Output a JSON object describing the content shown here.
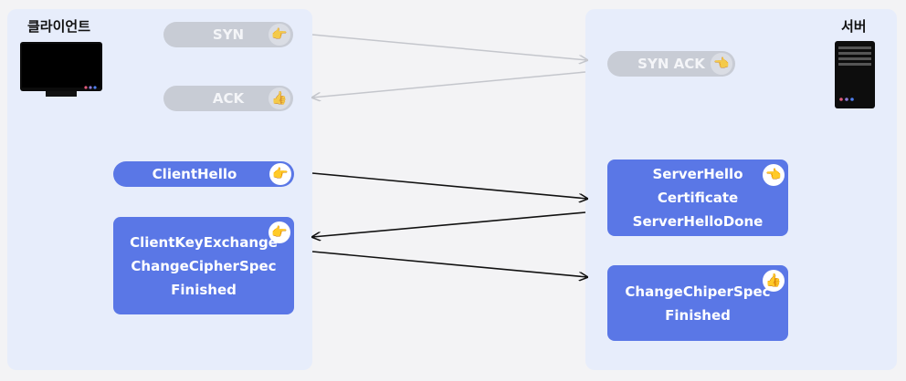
{
  "client": {
    "label": "클라이언트"
  },
  "server": {
    "label": "서버"
  },
  "handshake": {
    "syn": "SYN",
    "syn_ack": "SYN ACK",
    "ack": "ACK"
  },
  "tls": {
    "client_hello": "ClientHello",
    "server_hello": "ServerHello",
    "certificate": "Certificate",
    "server_hello_done": "ServerHelloDone",
    "client_key_exchange": "ClientKeyExchange",
    "change_cipher_spec": "ChangeCipherSpec",
    "finished": "Finished",
    "server_change_cipher_spec": "ChangeChiperSpec",
    "server_finished": "Finished"
  },
  "colors": {
    "panel": "#e7edfb",
    "active_pill": "#5a77e6",
    "muted_pill": "#c8ccd5",
    "active_arrow": "#111111",
    "muted_arrow": "#c4c6cc"
  },
  "icons": {
    "pointing": "pointing-hand-icon",
    "thumbs_up": "thumbs-up-icon"
  }
}
